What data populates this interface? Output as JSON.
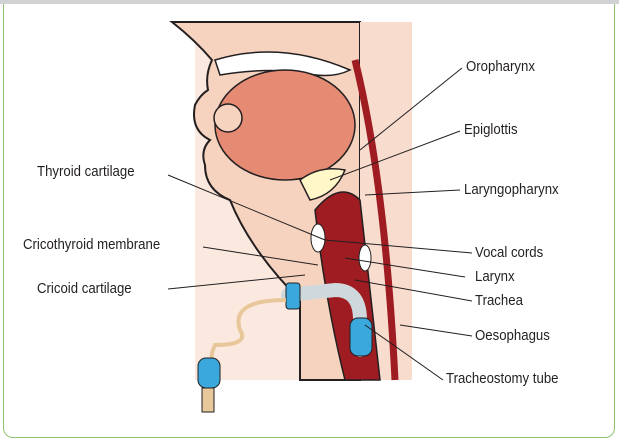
{
  "labels": {
    "oropharynx": "Oropharynx",
    "epiglottis": "Epiglottis",
    "laryngopharynx": "Laryngopharynx",
    "thyroid_cartilage": "Thyroid cartilage",
    "cricothyroid_membrane": "Cricothyroid membrane",
    "cricoid_cartilage": "Cricoid cartilage",
    "vocal_cords": "Vocal cords",
    "larynx": "Larynx",
    "trachea": "Trachea",
    "oesophagus": "Oesophagus",
    "tracheostomy_tube": "Tracheostomy tube"
  },
  "colors": {
    "frame": "#8dc26f",
    "skin": "#f6d3bf",
    "tongue": "#e58a73",
    "trachea": "#9e1c22",
    "tube": "#3aa8dc"
  }
}
